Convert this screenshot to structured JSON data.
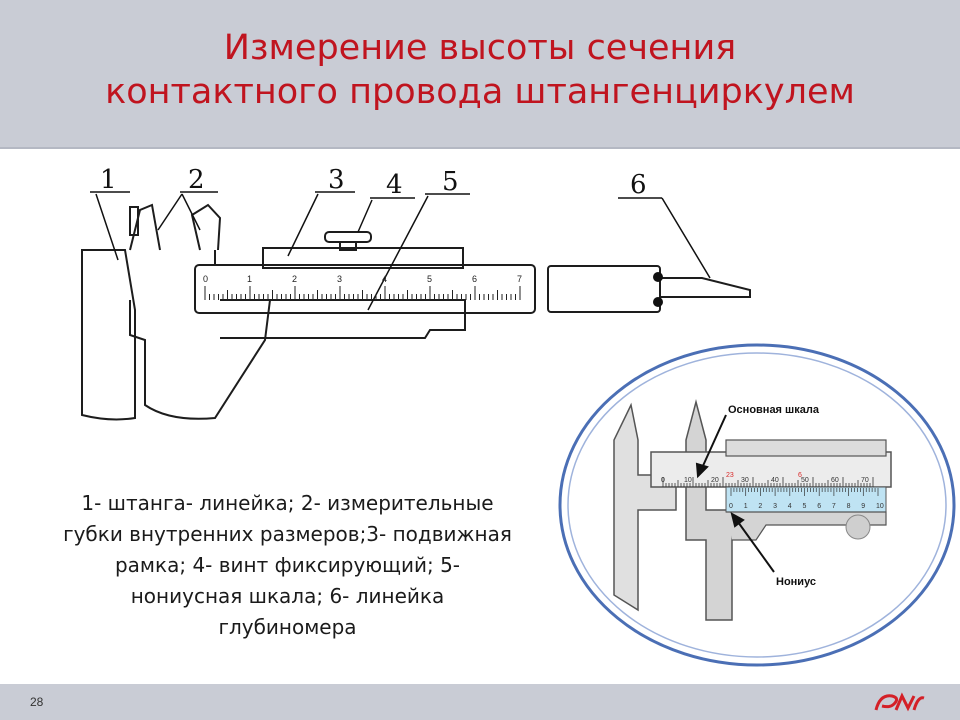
{
  "slide": {
    "title_lines": [
      "Измерение высоты сечения",
      "контактного провода штангенциркулем"
    ],
    "caption": "1- штанга- линейка; 2- измерительные губки внутренних размеров;3- подвижная рамка; 4- винт фиксирующий; 5- нониусная шкала; 6- линейка глубиномера",
    "page_number": "28",
    "logo_text": "РЖД"
  },
  "diagram": {
    "callouts": [
      "1",
      "2",
      "3",
      "4",
      "5",
      "6"
    ],
    "scale_numbers": [
      "0",
      "1",
      "2",
      "3",
      "4",
      "5",
      "6",
      "7"
    ]
  },
  "inset": {
    "main_scale_label": "Основная шкала",
    "vernier_label": "Нониус",
    "main_scale_numbers": [
      "0",
      "10",
      "20",
      "30",
      "40",
      "50",
      "60",
      "70"
    ],
    "vernier_numbers": [
      "0",
      "1",
      "2",
      "3",
      "4",
      "5",
      "6",
      "7",
      "8",
      "9",
      "10"
    ],
    "highlight_left": "23",
    "highlight_right": "6"
  },
  "colors": {
    "title": "#c0141f",
    "header_bg": "#c9ccd5",
    "circle_ring": "#4b6fb5",
    "vernier_fill": "#bfe3f3",
    "highlight": "#d92b2b"
  }
}
